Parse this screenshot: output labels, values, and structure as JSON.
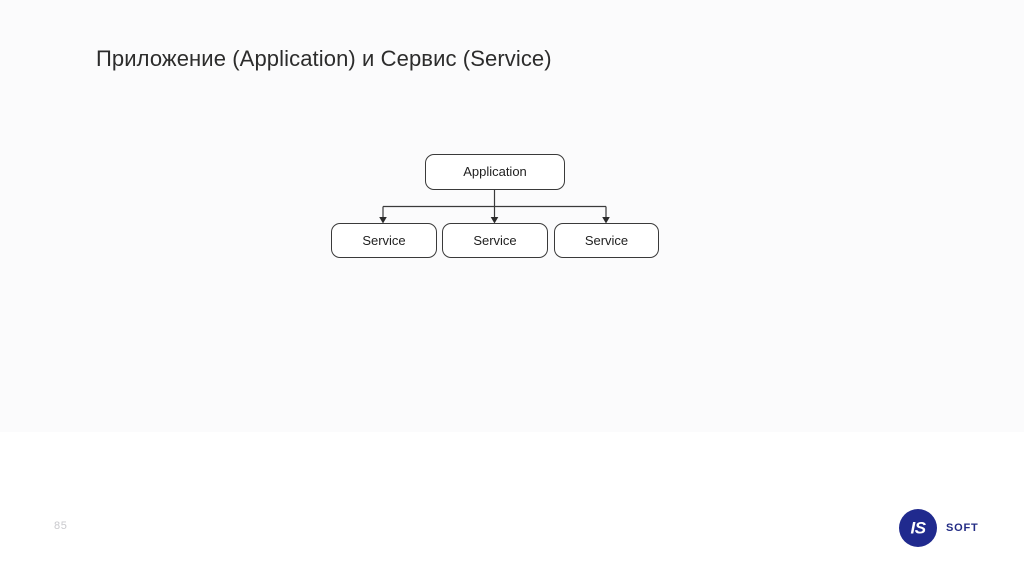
{
  "slide": {
    "title": "Приложение (Application) и Сервис (Service)",
    "page_number": "85",
    "background_color": "#ffffff",
    "panel_color": "#fbfbfc",
    "title_color": "#2c2c2c"
  },
  "diagram": {
    "type": "hierarchy",
    "root": {
      "label": "Application"
    },
    "children": [
      {
        "label": "Service"
      },
      {
        "label": "Service"
      },
      {
        "label": "Service"
      }
    ],
    "node_border_color": "#3a3a3a",
    "node_fill_color": "#ffffff",
    "connector_color": "#3a3a3a"
  },
  "footer": {
    "logo": {
      "mark_text": "IS",
      "word_text": "SOFT",
      "mark_color": "#202a8e",
      "word_color": "#232c85"
    }
  }
}
